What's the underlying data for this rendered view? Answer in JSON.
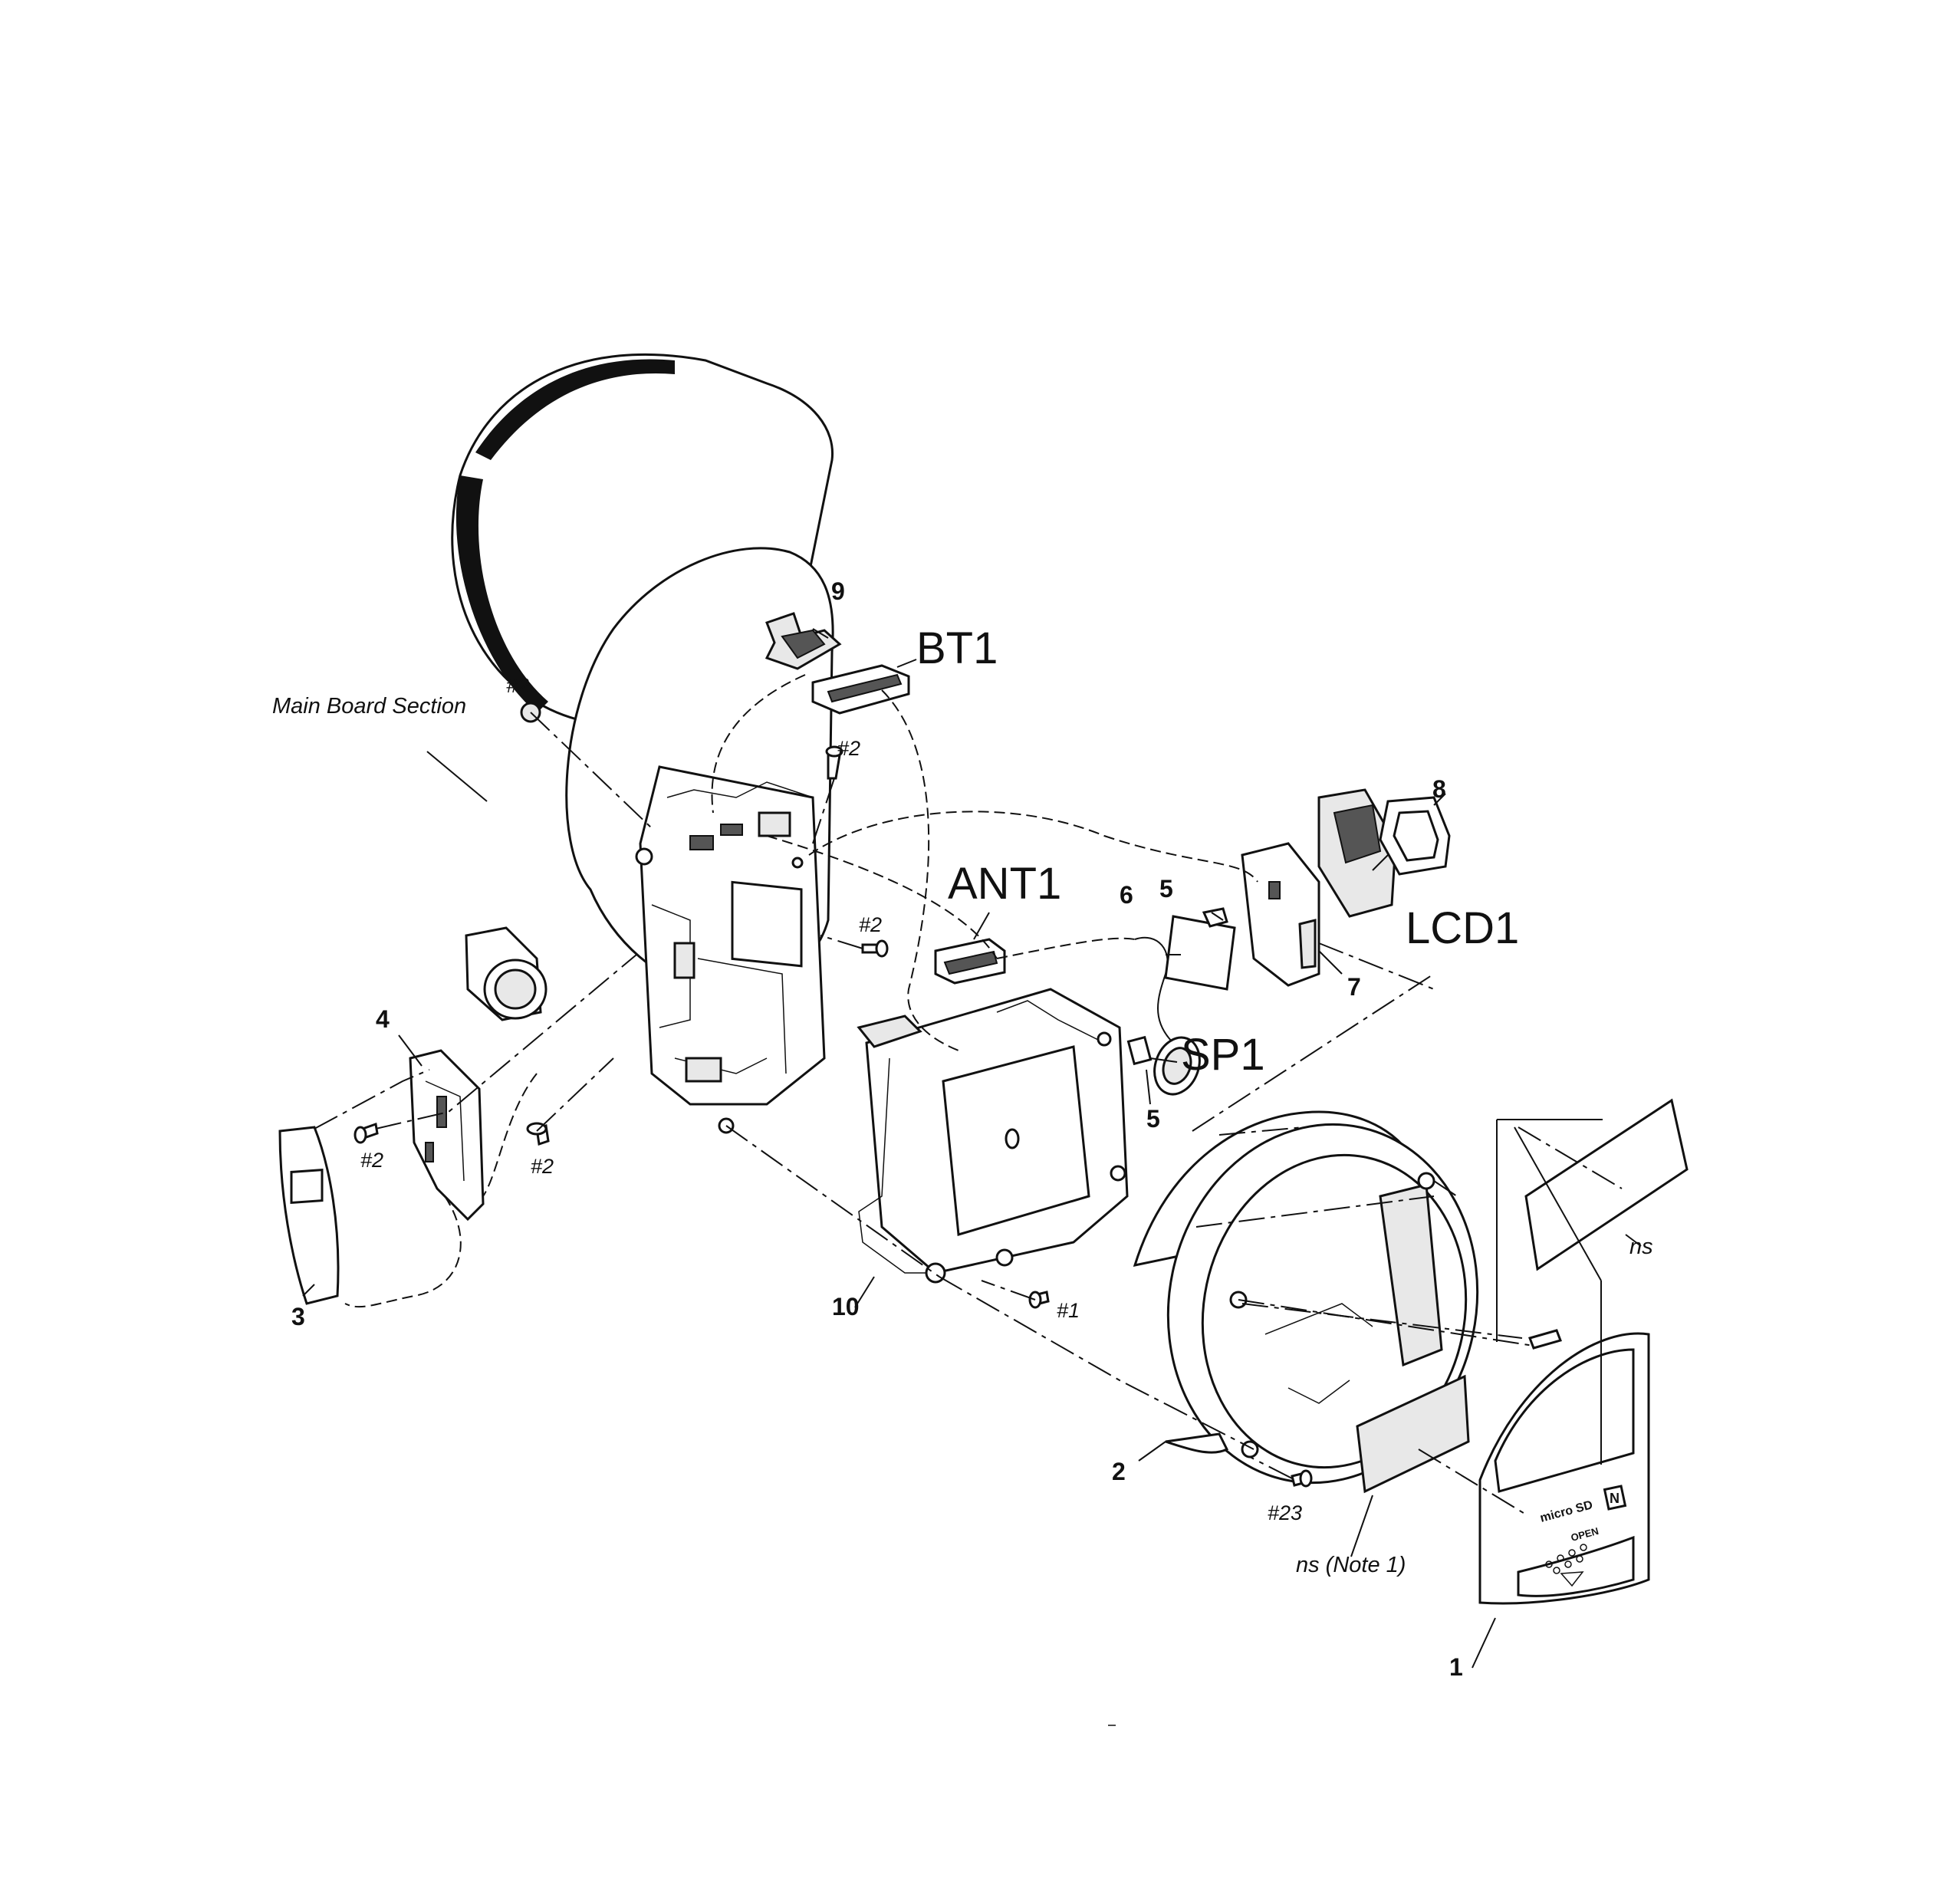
{
  "diagram": {
    "section_label": "Main Board Section",
    "callouts": {
      "c1": "1",
      "c2": "2",
      "c3": "3",
      "c4": "4",
      "c5a": "5",
      "c5b": "5",
      "c6": "6",
      "c7": "7",
      "c8": "8",
      "c9": "9",
      "c10": "10"
    },
    "references": {
      "bt1": "BT1",
      "ant1": "ANT1",
      "lcd1": "LCD1",
      "sp1": "SP1"
    },
    "screws": {
      "s2_top": "#2",
      "s2_upper": "#2",
      "s2_mid": "#2",
      "s2_left": "#2",
      "s2_lower": "#2",
      "s1": "#1",
      "s23": "#23"
    },
    "notes": {
      "ns": "ns",
      "ns_note1": "ns (Note 1)"
    },
    "panel_text": {
      "brand": "micro SD",
      "badge": "N",
      "open": "OPEN"
    }
  }
}
